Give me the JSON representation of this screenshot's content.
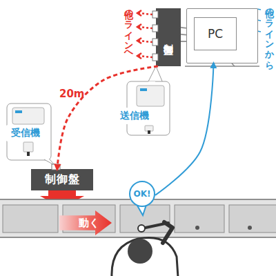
{
  "diagram": {
    "nodes": [
      {
        "text": [
          "制御盤"
        ]
      },
      {
        "text": [
          "PC"
        ]
      },
      {
        "text": [
          "送信機"
        ]
      },
      {
        "text": [
          "受信機"
        ]
      },
      {
        "text": [
          "制御盤"
        ]
      },
      {
        "text": [
          "OK!"
        ]
      },
      {
        "text": [
          "動く"
        ]
      }
    ],
    "edges": [
      {
        "from": 0,
        "to": 1,
        "arrow": "none"
      },
      {
        "from": 0,
        "to": 4,
        "label": "20m",
        "arrow": "to"
      },
      {
        "from": 5,
        "to": 1,
        "arrow": "to"
      }
    ],
    "labels": [
      "他のラインへ",
      "他のラインから"
    ]
  }
}
